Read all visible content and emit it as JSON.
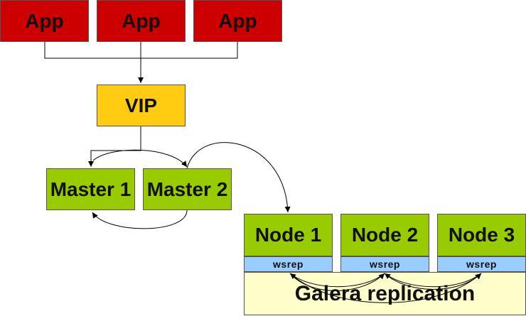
{
  "apps": [
    {
      "label": "App"
    },
    {
      "label": "App"
    },
    {
      "label": "App"
    }
  ],
  "vip": {
    "label": "VIP"
  },
  "masters": [
    {
      "label": "Master 1"
    },
    {
      "label": "Master 2"
    }
  ],
  "nodes": [
    {
      "label": "Node 1",
      "wsrep": "wsrep"
    },
    {
      "label": "Node 2",
      "wsrep": "wsrep"
    },
    {
      "label": "Node 3",
      "wsrep": "wsrep"
    }
  ],
  "galera": {
    "label": "Galera replication"
  },
  "colors": {
    "app": "#cc0000",
    "vip": "#ffcc11",
    "master_node": "#99cc00",
    "wsrep": "#99ccff",
    "galera": "#ffffcc"
  }
}
